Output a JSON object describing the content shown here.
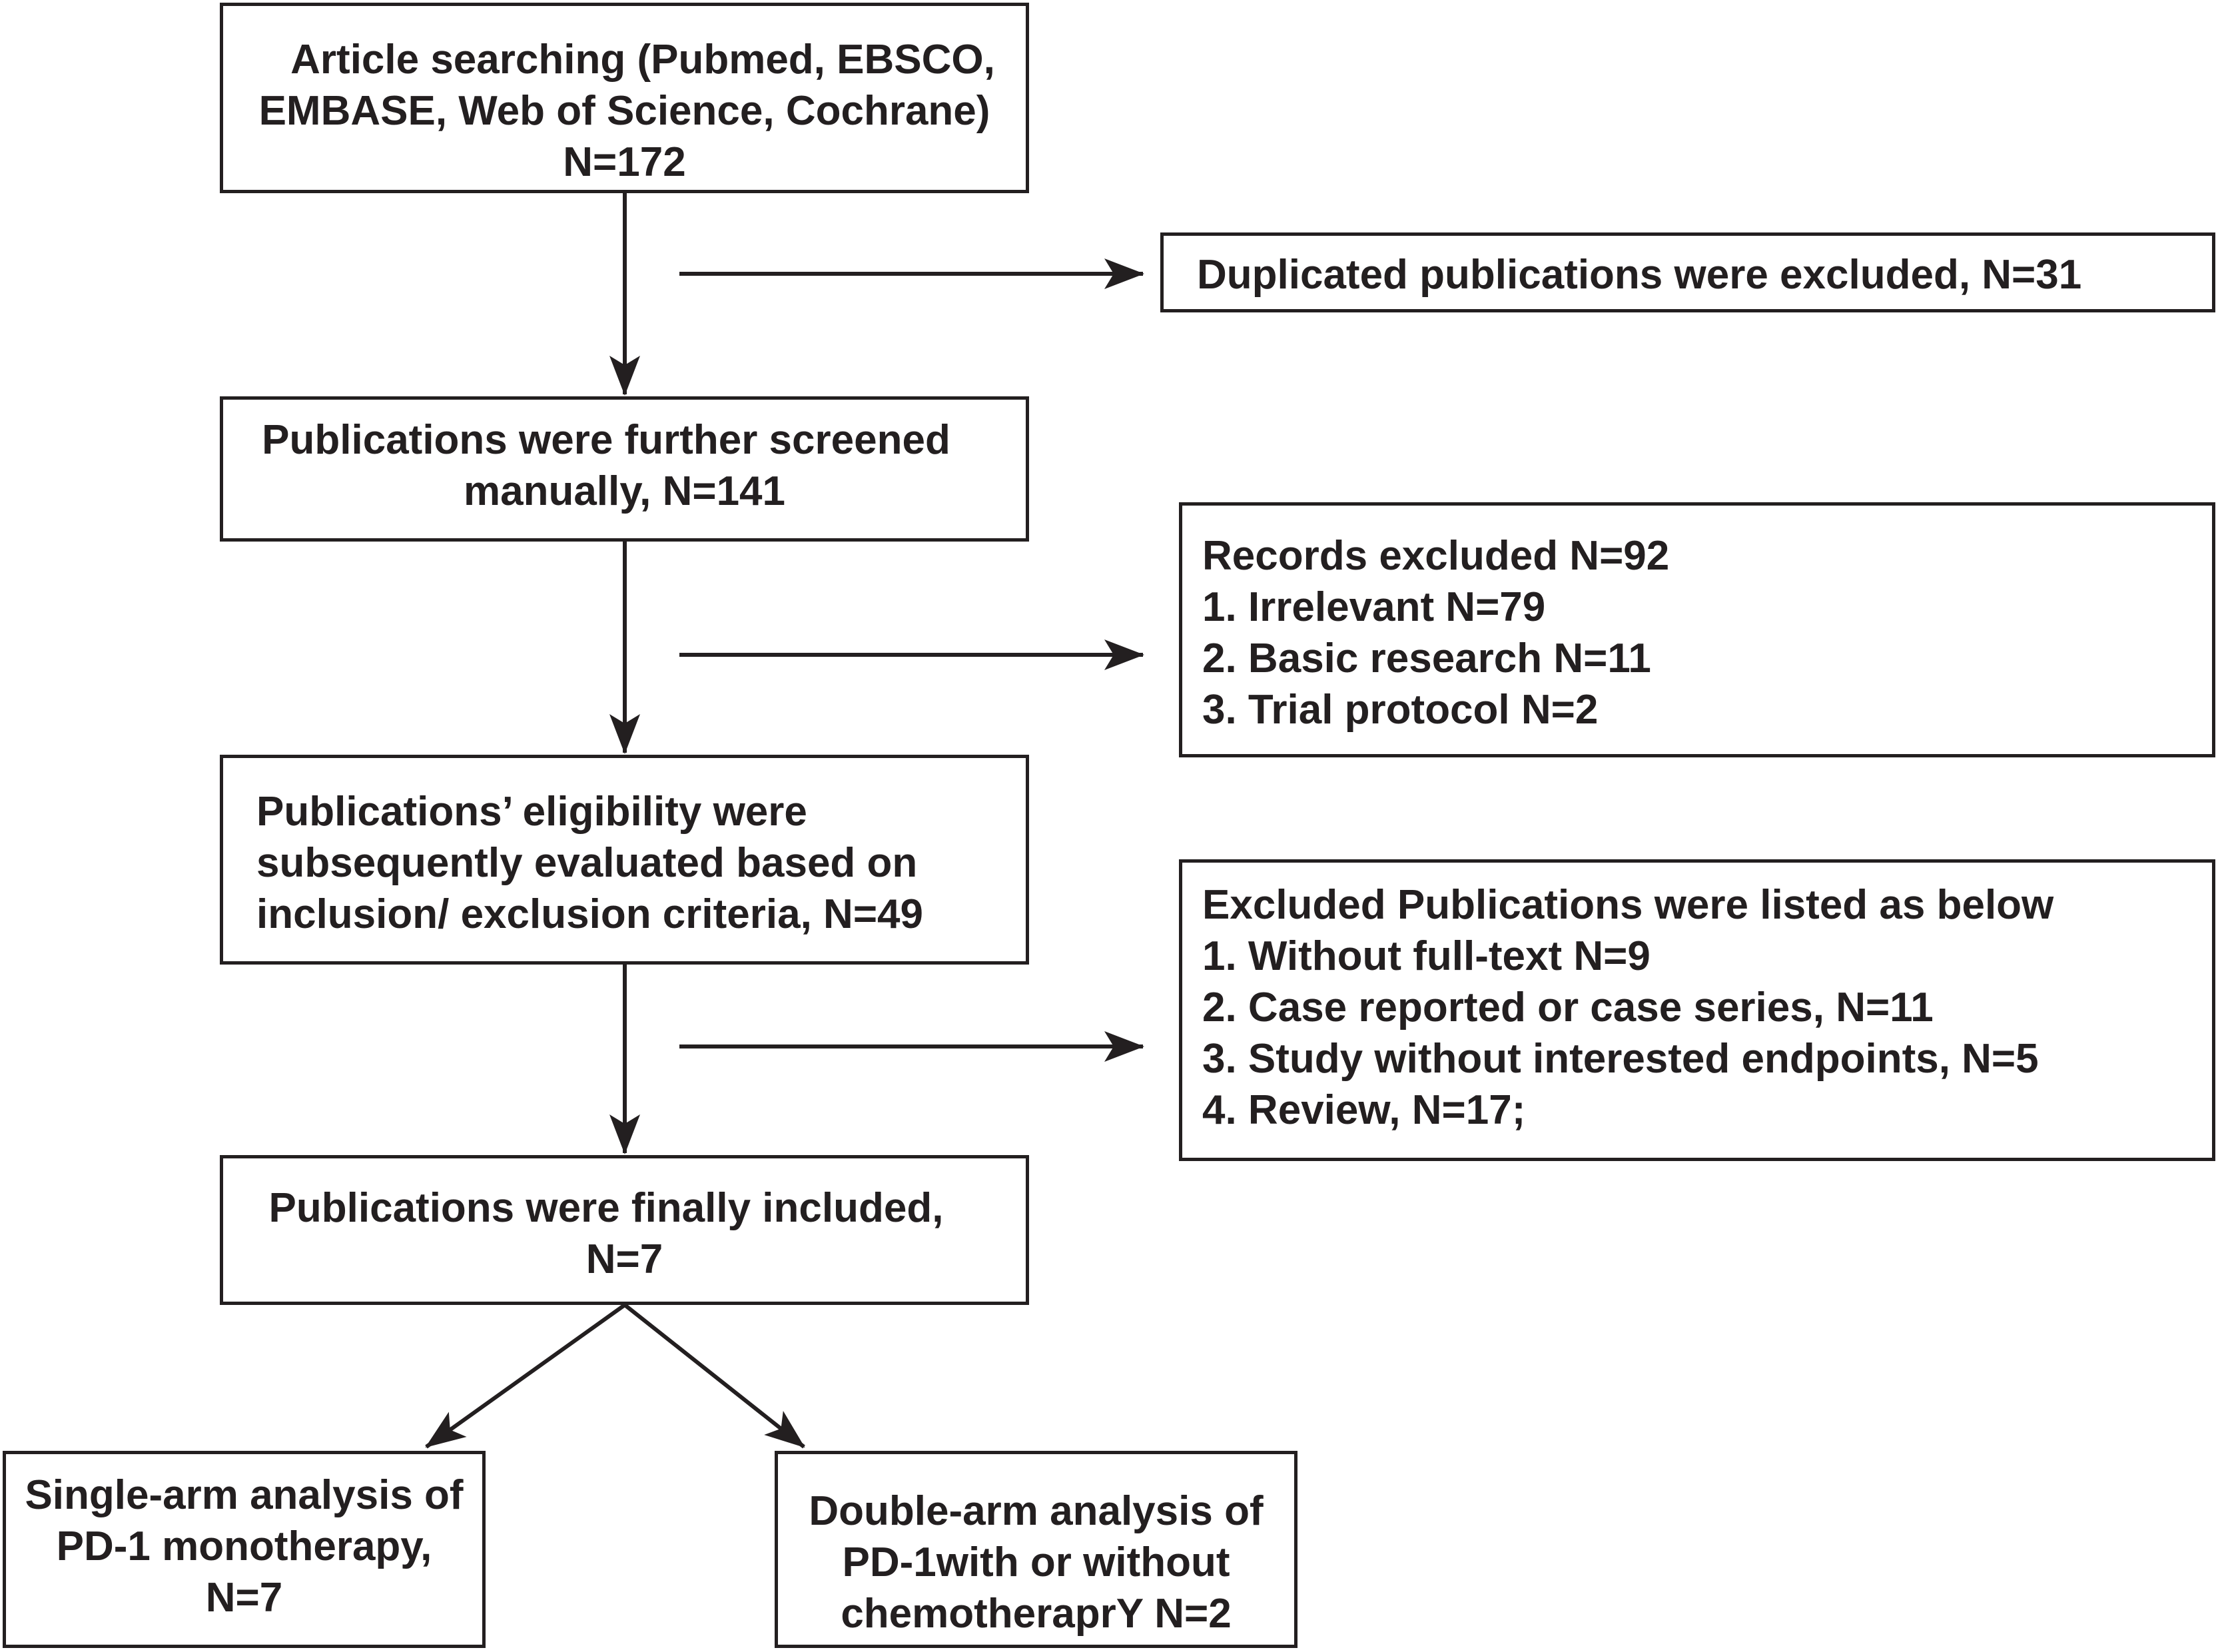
{
  "boxes": {
    "search": {
      "lines": [
        "Article searching (Pubmed, EBSCO,",
        "EMBASE, Web of Science, Cochrane)",
        "N=172"
      ]
    },
    "duplicates": {
      "lines": [
        "Duplicated publications were excluded, N=31"
      ]
    },
    "screened": {
      "lines": [
        "Publications were further screened",
        "manually, N=141"
      ]
    },
    "records_excluded": {
      "lines": [
        "Records excluded N=92",
        "1. Irrelevant N=79",
        "2. Basic research N=11",
        "3. Trial protocol N=2"
      ]
    },
    "eligibility": {
      "lines": [
        "Publications’ eligibility were",
        "subsequently evaluated based on",
        "inclusion/ exclusion criteria, N=49"
      ]
    },
    "excluded_publications": {
      "lines": [
        "Excluded Publications were listed as below",
        "1. Without full-text N=9",
        "2. Case reported or case series, N=11",
        "3. Study without interested endpoints, N=5",
        "4. Review, N=17;"
      ]
    },
    "included": {
      "lines": [
        "Publications were finally included,",
        "N=7"
      ]
    },
    "single_arm": {
      "lines": [
        "Single-arm analysis of",
        "PD-1 monotherapy,",
        "N=7"
      ]
    },
    "double_arm": {
      "lines": [
        "Double-arm analysis of",
        "PD-1with or without",
        "chemotheraprY N=2"
      ]
    }
  },
  "colors": {
    "line": "#231f20",
    "background": "#ffffff"
  }
}
